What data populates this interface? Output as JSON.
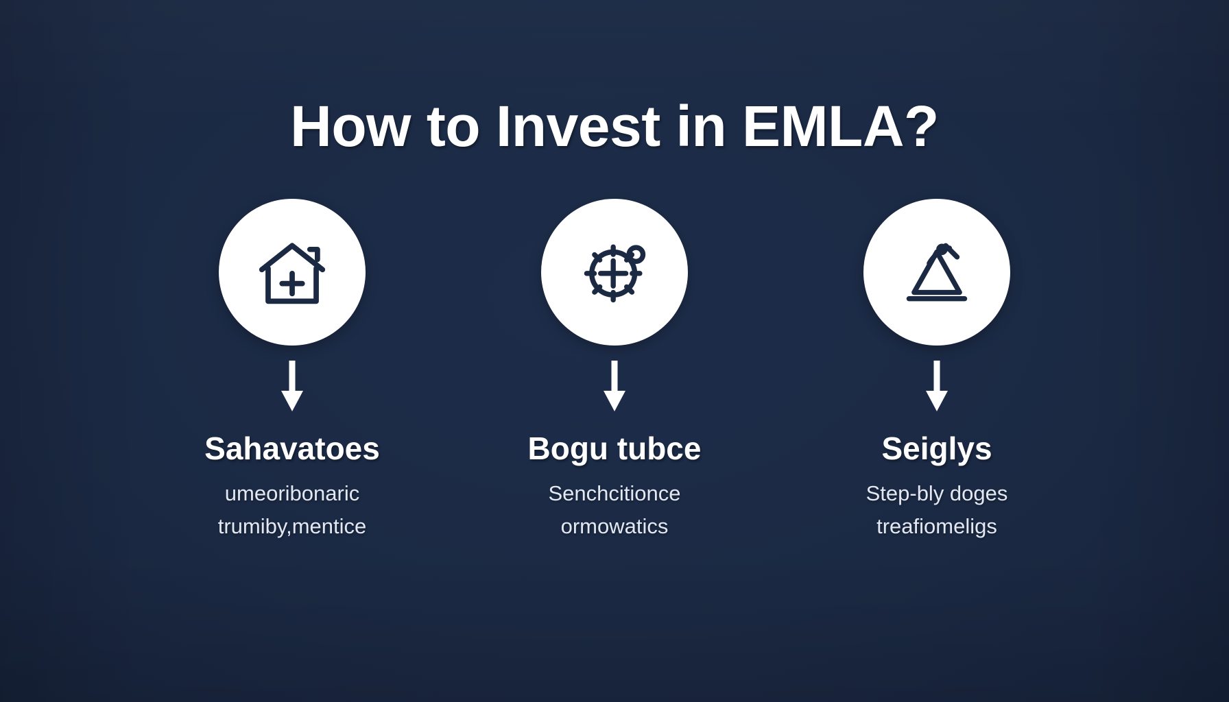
{
  "poster": {
    "title": "How to Invest in EMLA?",
    "background_color": "#1b2943",
    "accent_color": "#ffffff",
    "icon_color": "#1b2943"
  },
  "columns": [
    {
      "icon": "hospital-house-cross-icon",
      "arrow": "arrow-down-icon",
      "heading": "Sahavatoes",
      "body_line1": "umeoribonaric",
      "body_line2": "trumiby,mentice"
    },
    {
      "icon": "gear-cross-target-icon",
      "arrow": "arrow-down-icon",
      "heading": "Bogu tubce",
      "body_line1": "Senchcitionce",
      "body_line2": "ormowatics"
    },
    {
      "icon": "document-pen-stamp-icon",
      "arrow": "arrow-down-icon",
      "heading": "Seiglys",
      "body_line1": "Step-bly doges",
      "body_line2": "treafiomeligs"
    }
  ]
}
